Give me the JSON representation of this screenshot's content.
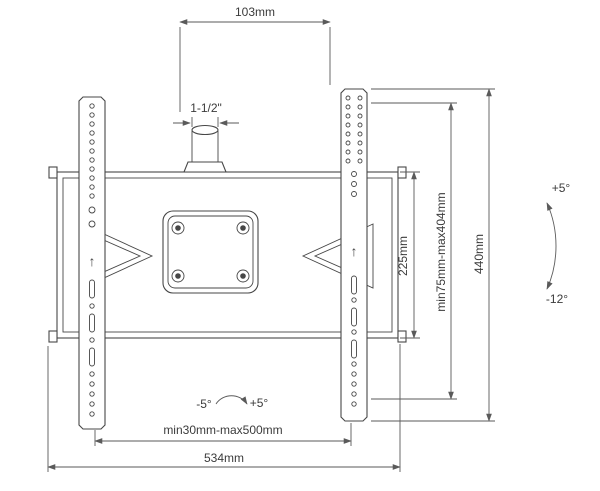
{
  "labels": {
    "top_width": "103mm",
    "pipe_diameter": "1-1/2\"",
    "plate_height": "225mm",
    "vesa_range": "min75mm-max404mm",
    "bracket_height": "440mm",
    "tilt_up": "+5°",
    "tilt_down": "-12°",
    "level_left": "-5°",
    "level_right": "+5°",
    "width_range": "min30mm-max500mm",
    "plate_width": "534mm"
  },
  "icons": {
    "up_arrow": "↑"
  },
  "colors": {
    "line": "#474747",
    "dimension": "#5a5a5a",
    "background": "#ffffff"
  }
}
